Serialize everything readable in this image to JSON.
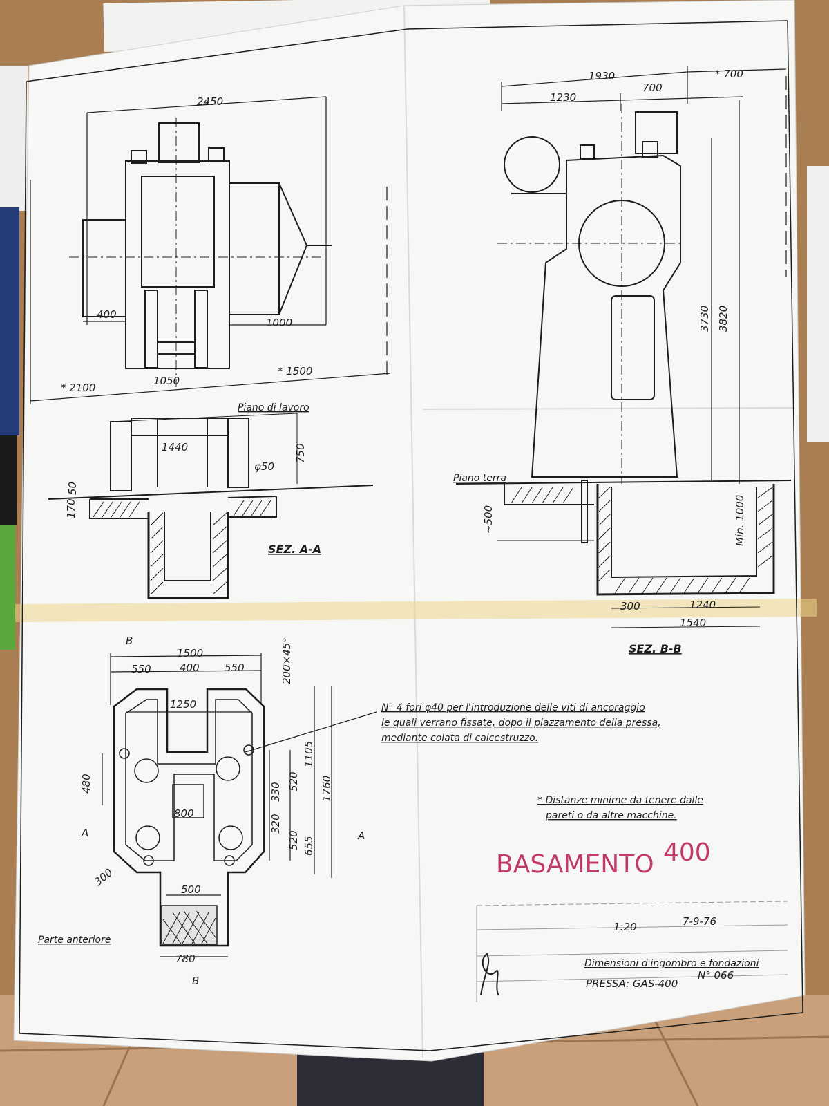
{
  "sheet": {
    "paper_color": "#f7f7f5",
    "ink_color": "#1d1d1d",
    "handwriting_color": "#c23a68",
    "tape_color": "#efd68a",
    "front_view": {
      "width": "2450",
      "left_offset": "400",
      "motor_length": "1000",
      "clearance_left": "* 2100",
      "center_dist": "1050",
      "clearance_right": "* 1500"
    },
    "side_view": {
      "total_width": "1930",
      "segment_a": "1230",
      "segment_b": "700",
      "clearance_back": "* 700",
      "height_a": "3730",
      "height_b": "3820"
    },
    "section_aa": {
      "work_plane": "Piano di lavoro",
      "width": "1440",
      "height": "750",
      "phi": "φ50",
      "depth_top": "50",
      "depth_base": "170",
      "title": "SEZ. A-A"
    },
    "section_bb": {
      "ground_plane": "Piano terra",
      "depth": "~500",
      "min_depth": "Min. 1000",
      "w1": "300",
      "w2": "1240",
      "w3": "1540",
      "title": "SEZ. B-B"
    },
    "plan_view": {
      "marker_b": "B",
      "marker_a": "A",
      "total": "1500",
      "s1": "550",
      "s2": "400",
      "s3": "550",
      "chamfer": "200×45°",
      "inner": "1250",
      "depth_480": "480",
      "d800": "800",
      "d330": "330",
      "d520a": "520",
      "d320": "320",
      "d520b": "520",
      "d1105": "1105",
      "d655": "655",
      "d1760": "1760",
      "r300": "300",
      "d500": "500",
      "d780": "780",
      "front_label": "Parte anteriore"
    },
    "notes": {
      "anchor_line1": "N° 4 fori φ40 per l'introduzione delle viti di ancoraggio",
      "anchor_line2": "le quali verrano fissate, dopo il piazzamento della pressa,",
      "anchor_line3": "mediante colata di calcestruzzo.",
      "min_line1": "* Distanze minime da tenere dalle",
      "min_line2": "pareti o da altre macchine.",
      "handwritten": "BASAMENTO",
      "handwritten_num": "400"
    },
    "title_block": {
      "scale": "1:20",
      "date": "7-9-76",
      "title": "Dimensioni d'ingombro e fondazioni",
      "press": "PRESSA: GAS-400",
      "number": "N° 066"
    }
  }
}
